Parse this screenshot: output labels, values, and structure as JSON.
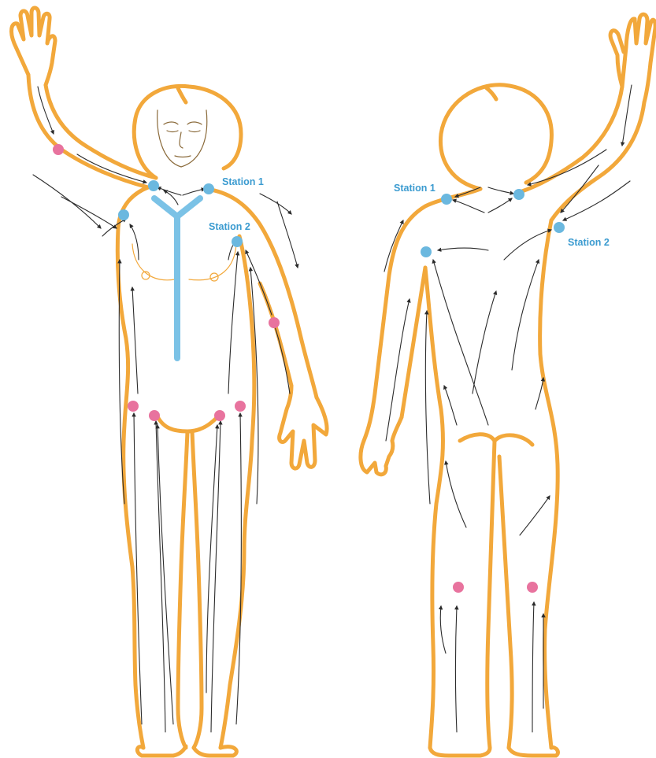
{
  "colors": {
    "body_outline": "#F2A83B",
    "lymph_station": "#6BB8DF",
    "thoracic_duct": "#7BC2E6",
    "lymph_node": "#E8739E",
    "flow_arrow": "#2B2B2B",
    "label": "#3B9BD0"
  },
  "labels": {
    "front_station_1": "Station 1",
    "front_station_2": "Station 2",
    "back_station_1": "Station 1",
    "back_station_2": "Station 2"
  },
  "icons": {
    "station_marker": "blue-dot",
    "node_marker": "pink-dot",
    "flow": "arrow"
  }
}
